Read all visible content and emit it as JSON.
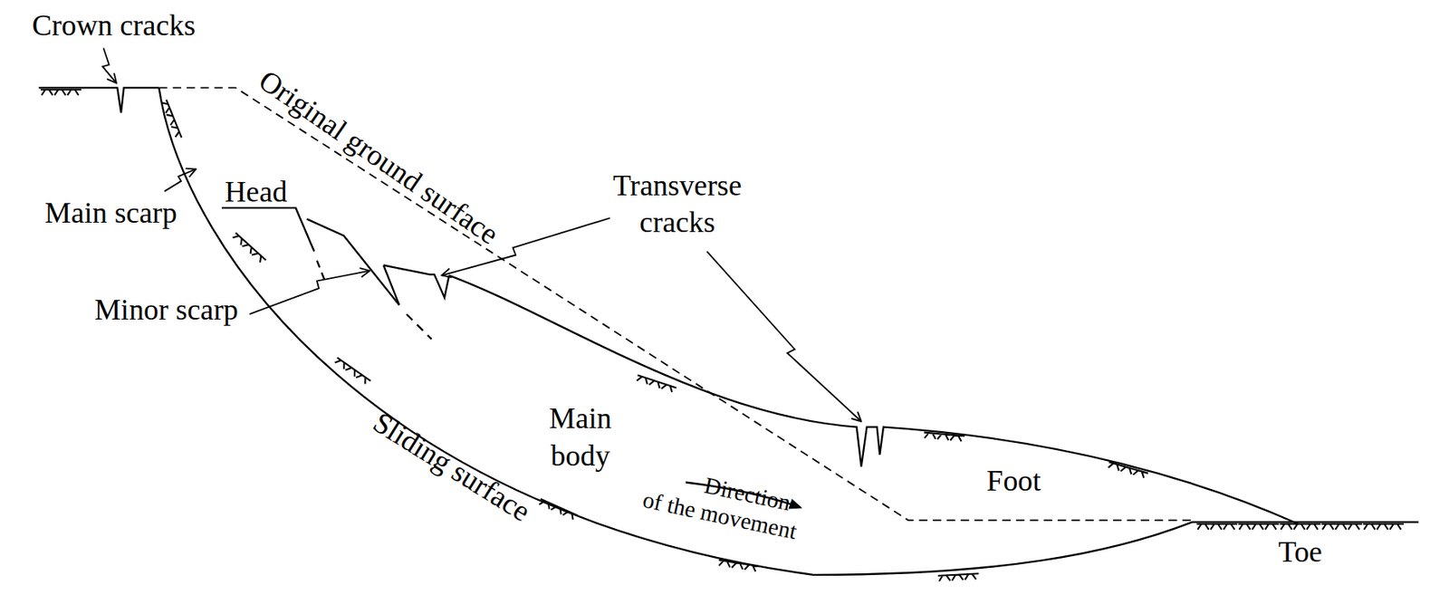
{
  "diagram": {
    "labels": [
      "Crown cracks",
      "Original ground surface",
      "Transverse cracks",
      "Main scarp",
      "Head",
      "Minor scarp",
      "Main body",
      "Direction of the movement",
      "Foot",
      "Sliding surface",
      "Toe"
    ]
  }
}
